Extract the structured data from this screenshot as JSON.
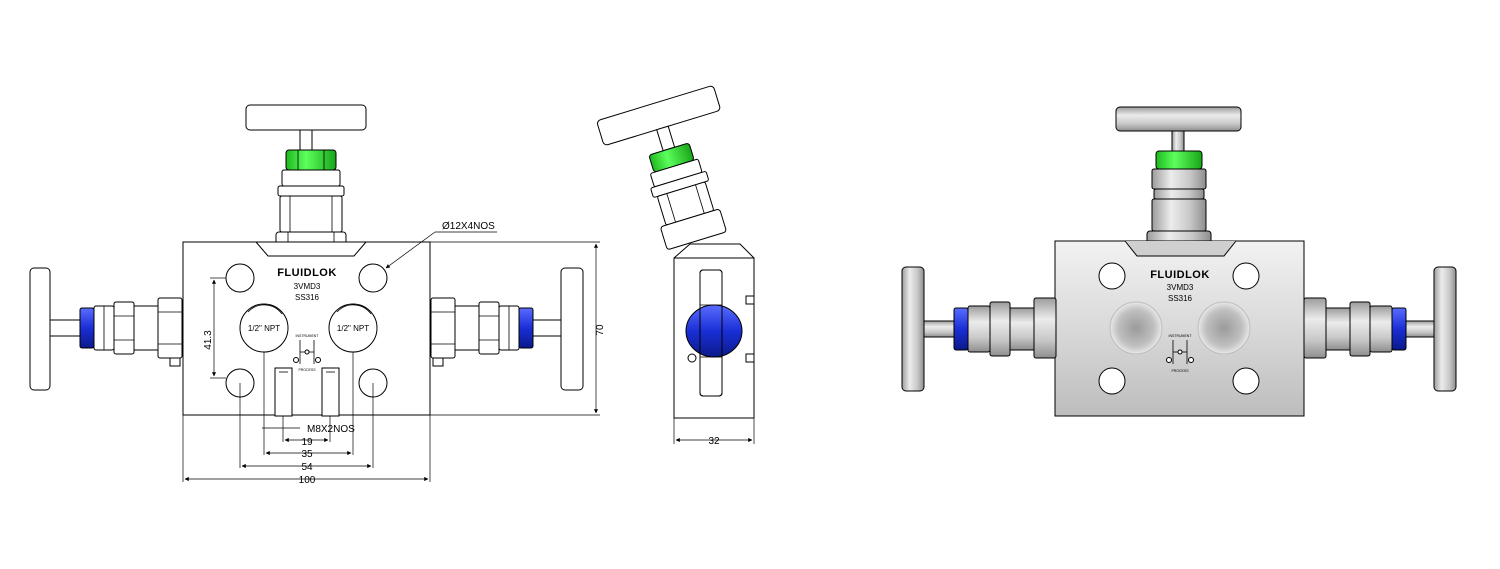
{
  "brand": "FLUIDLOK",
  "model": "3VMD3",
  "material": "SS316",
  "port_left": "1/2\" NPT",
  "port_right": "1/2\" NPT",
  "label_instrument": "INSTRUMENT",
  "label_process": "PROCESS",
  "callout_holes": "Ø12X4NOS",
  "callout_bolts": "M8X2NOS",
  "dims": {
    "d41": "41.3",
    "d70": "70",
    "d19": "19",
    "d35": "35",
    "d54": "54",
    "d100": "100",
    "d32": "32"
  },
  "colors": {
    "nut_green": "#2ee62e",
    "seal_blue": "#1a2fd6",
    "metal_body": "#d6d6d6",
    "metal_dark": "#9a9a9a"
  }
}
